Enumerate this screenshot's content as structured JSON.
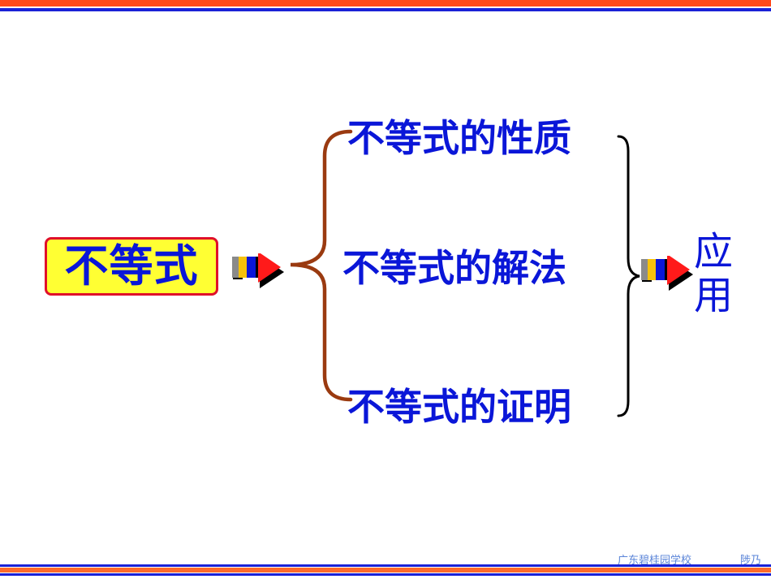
{
  "main_concept": "不等式",
  "branches": [
    "不等式的性质",
    "不等式的解法",
    "不等式的证明"
  ],
  "result": [
    "应",
    "用"
  ],
  "footer": {
    "school": "广东碧桂园学校",
    "author": "陟乃"
  },
  "colors": {
    "text_blue": "#0a16d8",
    "highlight_yellow": "#ffff33",
    "box_border_red": "#e0102a",
    "left_brace_brown": "#9a3a10",
    "right_brace_black": "#000000",
    "top_bar_orange": "#ff4a1c",
    "bar_blue": "#1a22d6"
  },
  "icons": [
    "arrow-right-icon",
    "arrow-right-icon"
  ]
}
